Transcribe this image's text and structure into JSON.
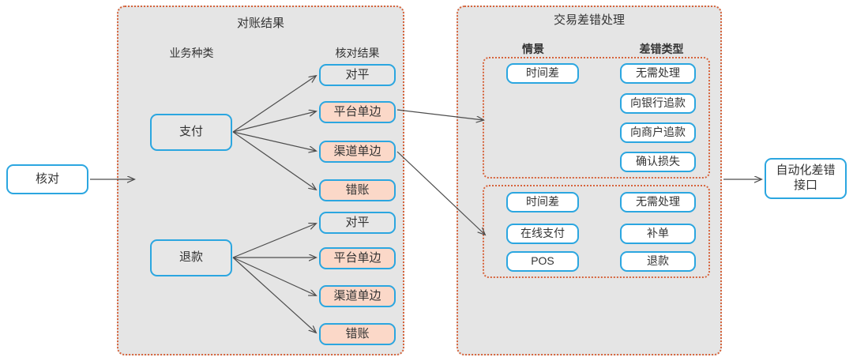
{
  "diagram": {
    "colors": {
      "node_border": "#2ba6e0",
      "node_fill_gray": "#e7e7e7",
      "node_fill_pink": "#fbd8c8",
      "node_fill_white": "#ffffff",
      "group_border": "#d6643c",
      "group_fill": "#e5e5e5",
      "arrow": "#4d4d4d",
      "text": "#333333"
    },
    "entry_node": {
      "label": "核对"
    },
    "exit_node": {
      "label": "自动化差错\n接口"
    },
    "left_group": {
      "title": "对账结果",
      "column_headers": [
        {
          "label": "业务种类"
        },
        {
          "label": "核对结果"
        }
      ],
      "business_types": [
        {
          "label": "支付"
        },
        {
          "label": "退款"
        }
      ],
      "payment_results": [
        {
          "label": "对平",
          "fill": "gray"
        },
        {
          "label": "平台单边",
          "fill": "pink"
        },
        {
          "label": "渠道单边",
          "fill": "pink"
        },
        {
          "label": "错账",
          "fill": "pink"
        }
      ],
      "refund_results": [
        {
          "label": "对平",
          "fill": "gray"
        },
        {
          "label": "平台单边",
          "fill": "pink"
        },
        {
          "label": "渠道单边",
          "fill": "pink"
        },
        {
          "label": "错账",
          "fill": "pink"
        }
      ]
    },
    "right_group": {
      "title": "交易差错处理",
      "column_headers": [
        {
          "label": "情景"
        },
        {
          "label": "差错类型"
        }
      ],
      "blocks": [
        {
          "scenarios": [
            {
              "label": "时间差"
            }
          ],
          "error_types": [
            {
              "label": "无需处理"
            },
            {
              "label": "向银行追款"
            },
            {
              "label": "向商户追款"
            },
            {
              "label": "确认损失"
            }
          ]
        },
        {
          "scenarios": [
            {
              "label": "时间差"
            },
            {
              "label": "在线支付"
            },
            {
              "label": "POS"
            }
          ],
          "error_types": [
            {
              "label": "无需处理"
            },
            {
              "label": "补单"
            },
            {
              "label": "退款"
            }
          ]
        }
      ]
    }
  }
}
